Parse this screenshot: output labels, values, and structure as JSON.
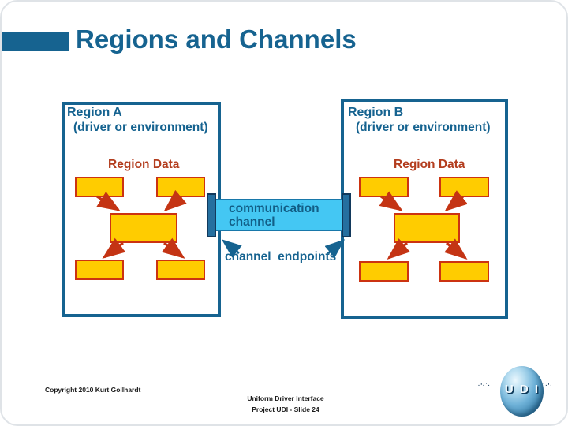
{
  "title": "Regions and Channels",
  "regions": {
    "a": {
      "name": "Region A",
      "subtitle": "(driver or environment)",
      "data_label": "Region Data"
    },
    "b": {
      "name": "Region B",
      "subtitle": "(driver or environment)",
      "data_label": "Region Data"
    }
  },
  "channel": {
    "label_line1": "communication",
    "label_line2": "channel",
    "endpoints_label": "channel  endpoints"
  },
  "footer": {
    "copyright": "Copyright 2010 Kurt Gollhardt",
    "org": "Uniform Driver Interface",
    "slide_info": "Project UDI  -  Slide 24"
  },
  "logo": {
    "text": "U D I",
    "left_marks": "·'·˙·",
    "right_marks": "˙·'·"
  },
  "colors": {
    "accent_teal": "#166390",
    "region_border": "#166390",
    "box_fill": "#FFCC00",
    "box_border": "#CC3311",
    "arrow_red": "#C43414",
    "channel_fill": "#44C7F3",
    "endpoint_fill": "#256F9F",
    "data_label_red": "#B33D1E"
  }
}
